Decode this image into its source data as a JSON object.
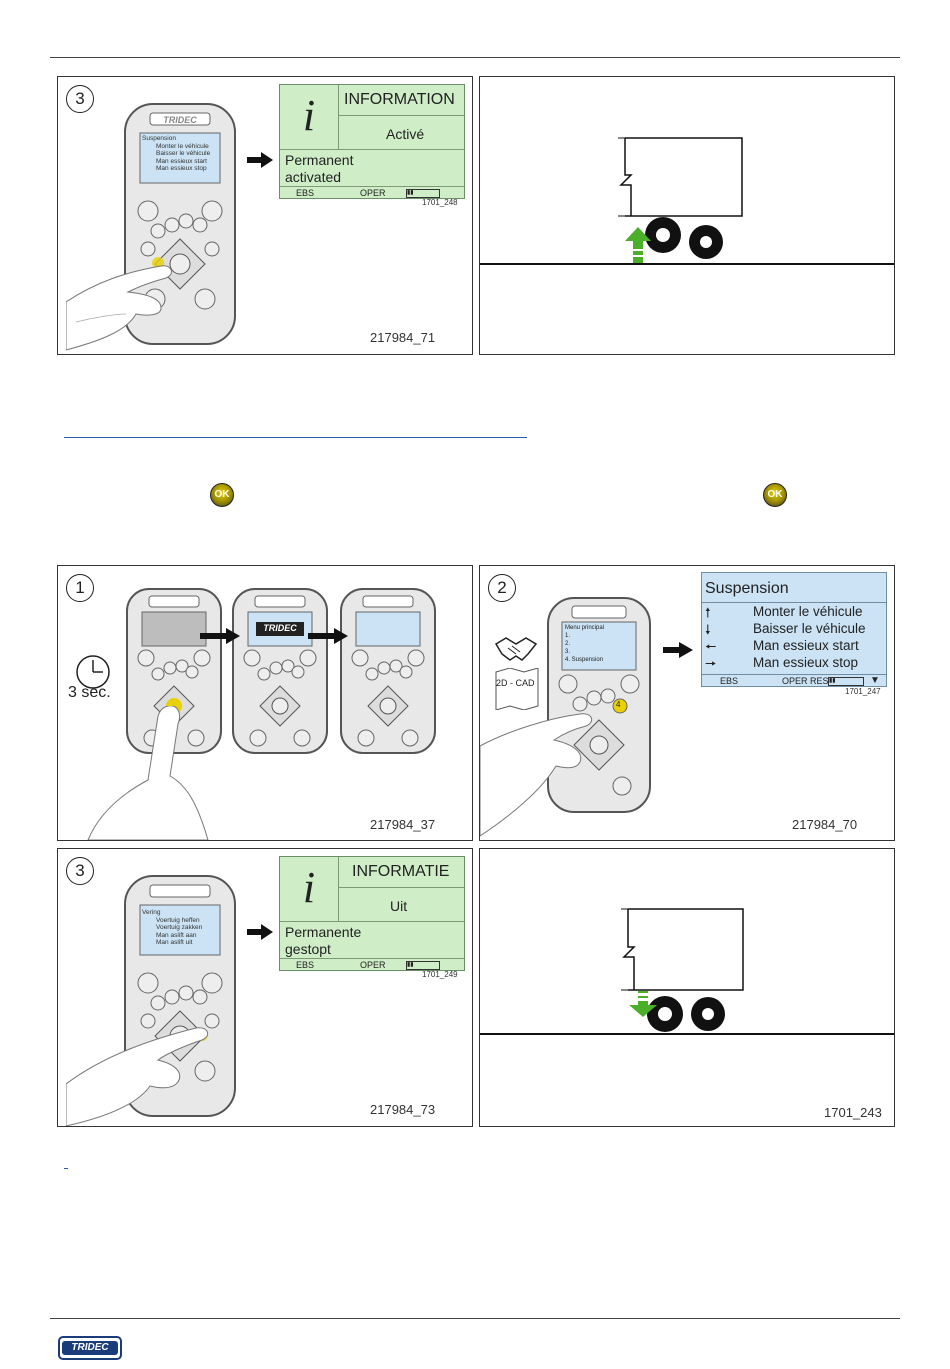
{
  "logo": {
    "brand": "TRIDEC"
  },
  "panel_top": {
    "step": "3",
    "remote_screen": {
      "title": "Suspension",
      "items": [
        "Monter le véhicule",
        "Baisser le véhicule",
        "Man essieux start",
        "Man essieux stop"
      ]
    },
    "info_screen": {
      "heading": "INFORMATION",
      "status": "Activé",
      "message_line1": "Permanent",
      "message_line2": "activated",
      "footer": [
        "EBS",
        "OPER"
      ],
      "ref": "1701_248"
    },
    "ref": "217984_71"
  },
  "ok_button_label": "OK",
  "panel_1": {
    "step": "1",
    "timer_label": "3 sec.",
    "ref": "217984_37"
  },
  "panel_2": {
    "step": "2",
    "remote_menu": {
      "title": "Menu principal",
      "items": [
        "1.",
        "2.",
        "3.",
        "4.   Suspension"
      ]
    },
    "remote_key": "4",
    "icon_label": "2D - CAD",
    "screen": {
      "title": "Suspension",
      "items": [
        "Monter le véhicule",
        "Baisser le véhicule",
        "Man essieux start",
        "Man essieux stop"
      ],
      "footer": [
        "EBS",
        "OPER RES"
      ],
      "ref": "1701_247"
    },
    "ref": "217984_70"
  },
  "panel_3b": {
    "step": "3",
    "remote_screen": {
      "title": "Vering",
      "items": [
        "Voertuig heffen",
        "Voertuig zakken",
        "Man aslift aan",
        "Man aslift uit"
      ]
    },
    "info_screen": {
      "heading": "INFORMATIE",
      "status": "Uit",
      "message_line1": "Permanente",
      "message_line2": "gestopt",
      "footer": [
        "EBS",
        "OPER"
      ],
      "ref": "1701_249"
    },
    "ref": "217984_73"
  },
  "panel_trailer_bottom": {
    "ref": "1701_243"
  },
  "colors": {
    "lcd_green": "#cfeec7",
    "lcd_blue": "#cbe3f4",
    "arrow_green": "#4caf2a",
    "ok_yellow": "#e9d100",
    "link_blue": "#2a5db0"
  }
}
